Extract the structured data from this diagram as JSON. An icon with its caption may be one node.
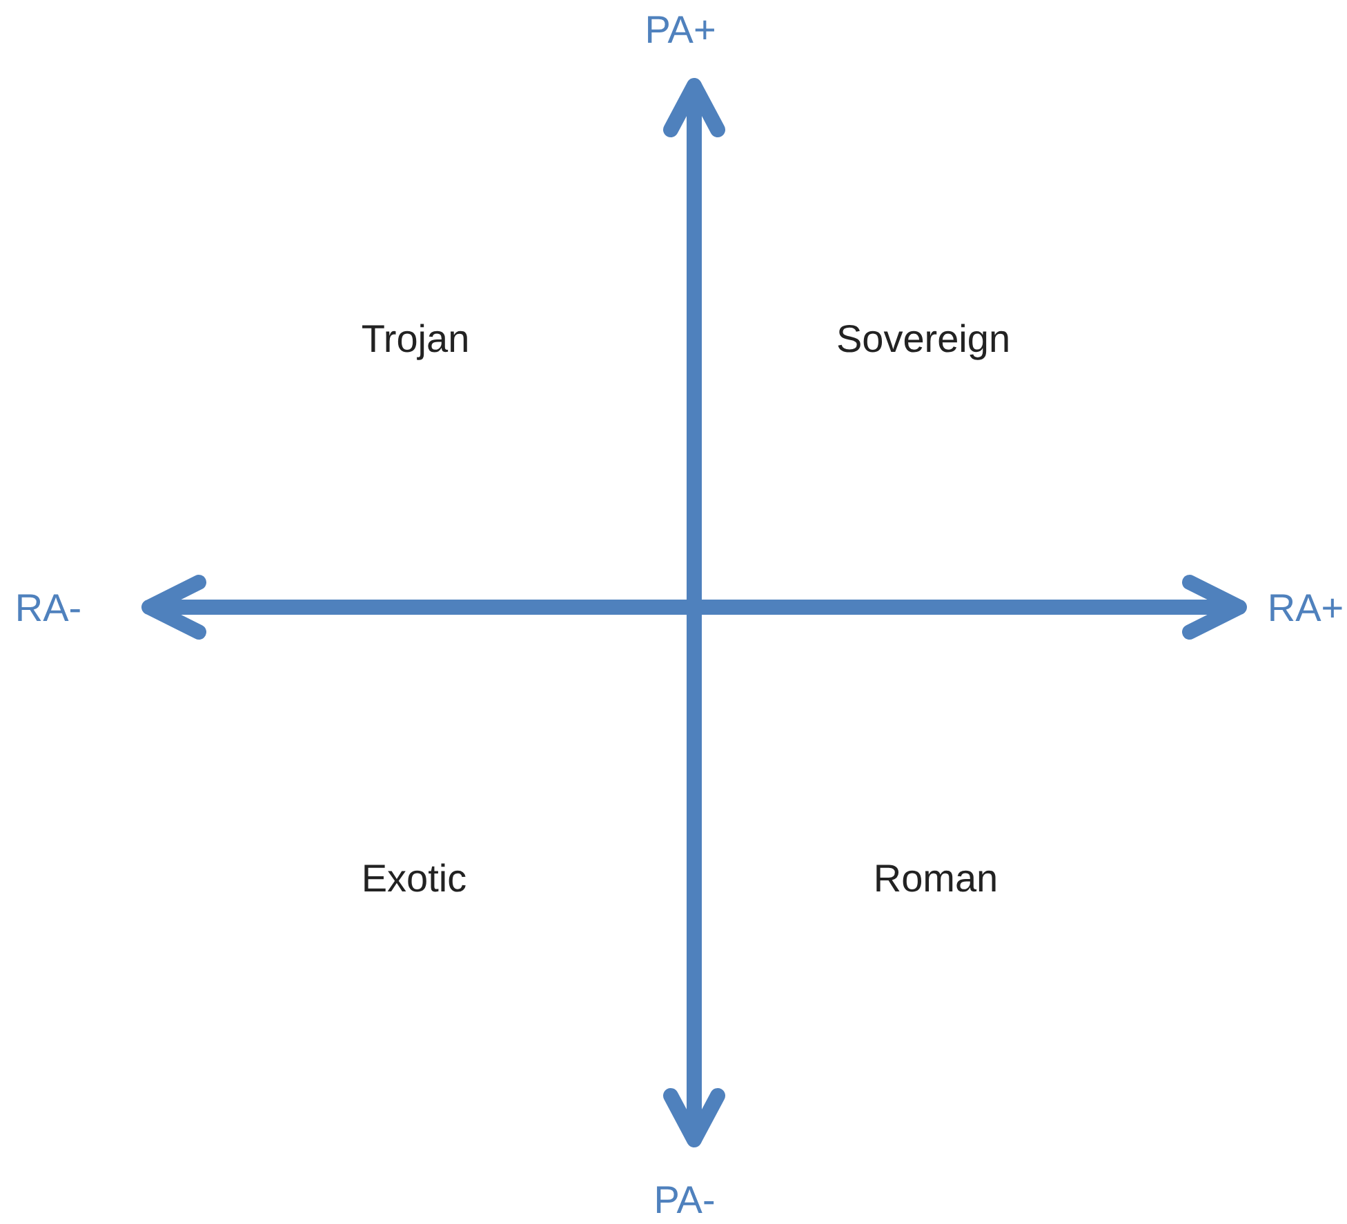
{
  "diagram": {
    "labels": [
      "PA+",
      "Trojan",
      "Sovereign",
      "RA-",
      "RA+",
      "Exotic",
      "Roman",
      "PA-"
    ]
  }
}
